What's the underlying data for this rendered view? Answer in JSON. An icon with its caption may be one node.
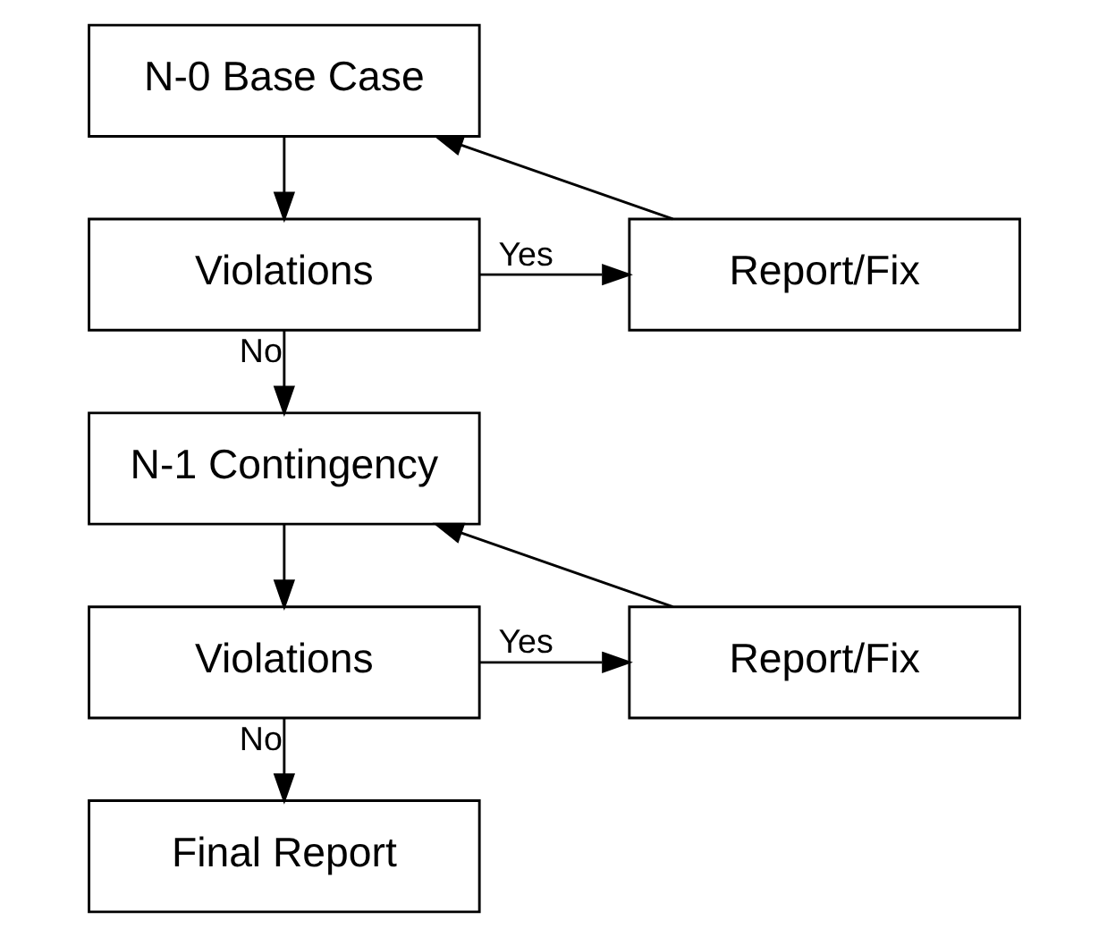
{
  "diagram": {
    "nodes": [
      {
        "text": [
          "N-0 Base Case"
        ]
      },
      {
        "text": [
          "Violations"
        ]
      },
      {
        "text": [
          "Report/Fix"
        ]
      },
      {
        "text": [
          "N-1 Contingency"
        ]
      },
      {
        "text": [
          "Violations"
        ]
      },
      {
        "text": [
          "Report/Fix"
        ]
      },
      {
        "text": [
          "Final Report"
        ]
      }
    ],
    "edges": [
      {
        "from": 0,
        "to": 1,
        "arrow": "to"
      },
      {
        "from": 1,
        "to": 2,
        "arrow": "to",
        "label": "Yes"
      },
      {
        "from": 2,
        "to": 0,
        "arrow": "to"
      },
      {
        "from": 1,
        "to": 3,
        "arrow": "to",
        "label": "No"
      },
      {
        "from": 3,
        "to": 4,
        "arrow": "to"
      },
      {
        "from": 4,
        "to": 5,
        "arrow": "to",
        "label": "Yes"
      },
      {
        "from": 5,
        "to": 3,
        "arrow": "to"
      },
      {
        "from": 4,
        "to": 6,
        "arrow": "to",
        "label": "No"
      }
    ]
  }
}
